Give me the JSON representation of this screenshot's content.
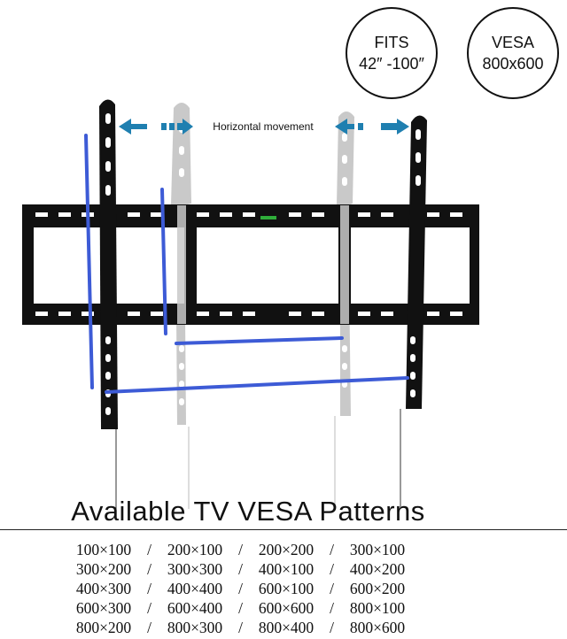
{
  "badges": {
    "fits": {
      "line1": "FITS",
      "line2": "42″ -100″"
    },
    "vesa": {
      "line1": "VESA",
      "line2": "800x600"
    }
  },
  "diagram": {
    "movement_label": "Horizontal movement"
  },
  "patterns": {
    "title": "Available TV VESA Patterns",
    "separator": "/",
    "rows": [
      [
        "100×100",
        "200×100",
        "200×200",
        "300×100"
      ],
      [
        "300×200",
        "300×300",
        "400×100",
        "400×200"
      ],
      [
        "400×300",
        "400×400",
        "600×100",
        "600×200"
      ],
      [
        "600×300",
        "600×400",
        "600×600",
        "800×100"
      ],
      [
        "800×200",
        "800×300",
        "800×400",
        "800×600"
      ]
    ]
  },
  "colors": {
    "bracket": "#111111",
    "ghost_arm": "#c9c9c9",
    "vesa_line": "#3d5bd6",
    "arrow": "#1f7fb0",
    "level": "#2fae3a"
  }
}
